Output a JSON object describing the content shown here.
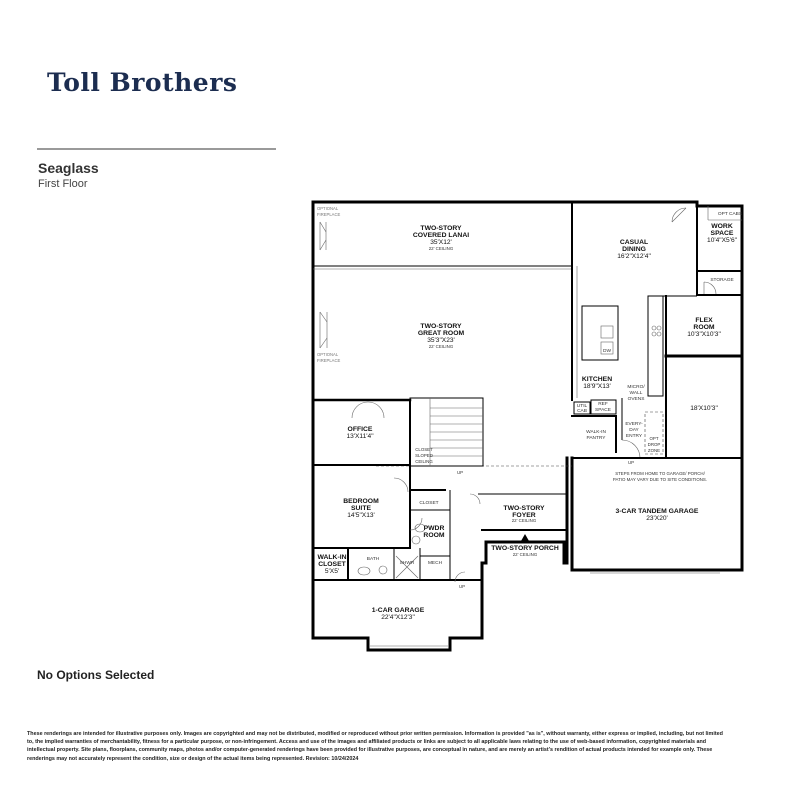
{
  "brand": {
    "logo_text": "Toll Brothers"
  },
  "plan": {
    "name": "Seaglass",
    "floor": "First Floor"
  },
  "rooms": {
    "lanai": {
      "name1": "TWO-STORY",
      "name2": "COVERED LANAI",
      "dims": "35'X12'",
      "note": "22' CEILING"
    },
    "great_room": {
      "name1": "TWO-STORY",
      "name2": "GREAT ROOM",
      "dims": "35'3\"X23'",
      "note": "22' CEILING"
    },
    "casual_dining": {
      "name1": "CASUAL",
      "name2": "DINING",
      "dims": "16'2\"X12'4\""
    },
    "work_space": {
      "opt": "OPT CABS",
      "name1": "WORK",
      "name2": "SPACE",
      "dims": "10'4\"X5'6\""
    },
    "storage": {
      "name": "STORAGE"
    },
    "flex_room": {
      "name1": "FLEX",
      "name2": "ROOM",
      "dims": "10'3\"X10'3\""
    },
    "kitchen": {
      "name": "KITCHEN",
      "dims": "18'9\"X13'",
      "dw": "DW"
    },
    "micro_wall": {
      "l1": "MICRO/",
      "l2": "WALL",
      "l3": "OVENS"
    },
    "util_cab": {
      "l1": "UTIL",
      "l2": "CAB"
    },
    "ref_space": {
      "l1": "REF",
      "l2": "SPACE"
    },
    "walk_in_pantry": {
      "l1": "WALK-IN",
      "l2": "PANTRY"
    },
    "everyday_entry": {
      "l1": "EVERY-",
      "l2": "DAY",
      "l3": "ENTRY"
    },
    "drop_zone": {
      "l1": "OPT",
      "l2": "DROP",
      "l3": "ZONE"
    },
    "garage_extra": {
      "dims": "18'X10'3\""
    },
    "garage_note": {
      "l1": "STEPS FROM HOME TO GARAGE/ PORCH/",
      "l2": "PATIO MAY VARY DUE TO SITE CONDITIONS."
    },
    "tandem_garage": {
      "name": "3-CAR TANDEM GARAGE",
      "dims": "23'X20'"
    },
    "office": {
      "name": "OFFICE",
      "dims": "13'X11'4\""
    },
    "closet_sloped": {
      "l1": "CLOSET",
      "l2": "SLOPED",
      "l3": "CEILING"
    },
    "bedroom_suite": {
      "name1": "BEDROOM",
      "name2": "SUITE",
      "dims": "14'5\"X13'"
    },
    "closet": {
      "name": "CLOSET"
    },
    "pwdr": {
      "name1": "PWDR",
      "name2": "ROOM"
    },
    "foyer": {
      "name1": "TWO-STORY",
      "name2": "FOYER",
      "note": "22' CEILING"
    },
    "porch": {
      "name": "TWO-STORY PORCH",
      "note": "22' CEILING"
    },
    "walk_in_closet": {
      "name1": "WALK-IN",
      "name2": "CLOSET",
      "dims": "5'X5'"
    },
    "bath": {
      "name": "BATH"
    },
    "shwr": {
      "name": "SHWR"
    },
    "mech": {
      "name": "MECH"
    },
    "car1_garage": {
      "name": "1-CAR GARAGE",
      "dims": "22'4\"X12'3\""
    },
    "up_label": "UP",
    "opt_fireplace": {
      "l1": "OPTIONAL",
      "l2": "FIREPLACE"
    }
  },
  "footer": {
    "options_status": "No Options Selected",
    "disclaimer": "These renderings are intended for illustrative purposes only. Images are copyrighted and may not be distributed, modified or reproduced without prior written permission. Information is provided \"as is\", without warranty, either express or implied, including, but not limited to, the implied warranties of merchantability, fitness for a particular purpose, or non-infringement. Access and use of the images and affiliated products or links are subject to all applicable laws relating to the use of web-based information, copyrighted materials and intellectual property. Site plans, floorplans, community maps, photos and/or computer-generated renderings have been provided for illustrative purposes, are conceptual in nature, and are merely an artist's rendition of actual products intended for example only. These renderings may not accurately represent the condition, size or design of the actual items being represented. Revision: 10/24/2024"
  }
}
